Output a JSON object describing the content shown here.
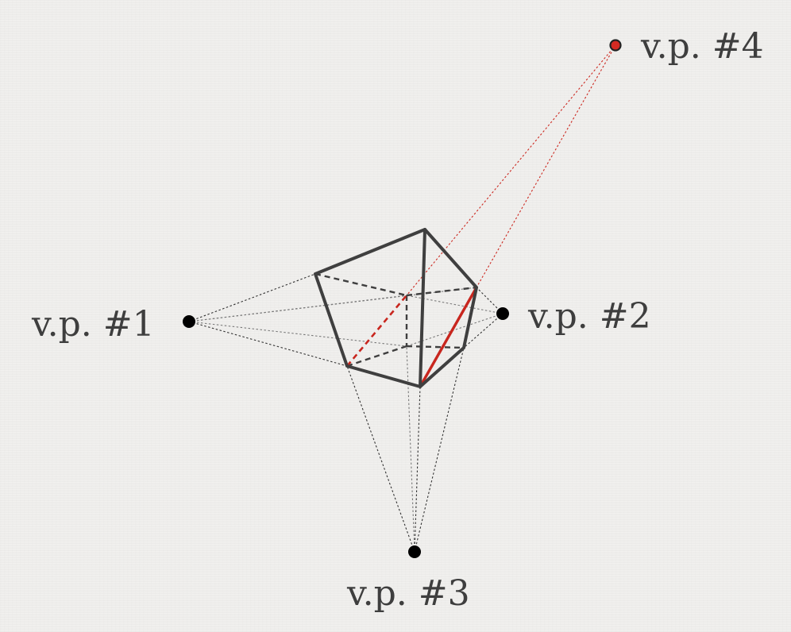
{
  "diagram": {
    "vanishing_points": [
      {
        "id": "vp1",
        "label": "v.p. #1",
        "color": "#000000"
      },
      {
        "id": "vp2",
        "label": "v.p. #2",
        "color": "#000000"
      },
      {
        "id": "vp3",
        "label": "v.p. #3",
        "color": "#000000"
      },
      {
        "id": "vp4",
        "label": "v.p. #4",
        "color": "#d42a22"
      }
    ],
    "colors": {
      "edges": "#3f3f3f",
      "guides": "#333333",
      "highlight": "#c8261e"
    }
  }
}
